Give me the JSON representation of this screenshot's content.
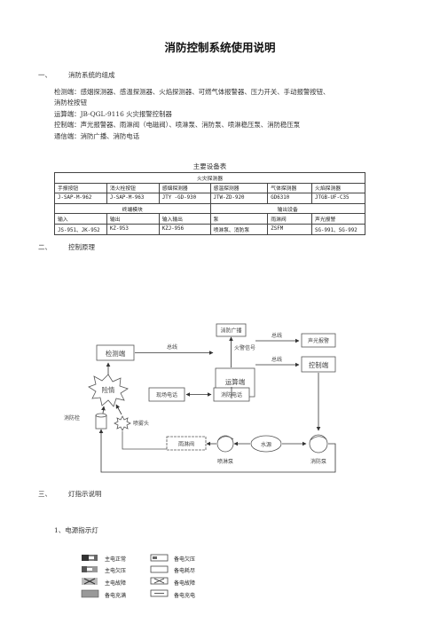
{
  "title": "消防控制系统使用说明",
  "section1": {
    "num": "一、",
    "heading": "消防系统的组成",
    "lines": [
      "检测端：感烟探测器、感温探测器、火焰探测器、可燃气体报警器、压力开关、手动报警按钮、",
      "消防栓按钮",
      "运算端：JB-QGL-9116 火灾报警控制器",
      "控制端：声光报警器、雨淋阀（电磁阀）、喷淋泵、消防泵、喷淋稳压泵、消防稳压泵",
      "通信端：消防广播、消防电话"
    ]
  },
  "table": {
    "title": "主要设备表",
    "header1": "火灾探测器",
    "row1": [
      "手报按钮",
      "消火栓按钮",
      "感烟探测器",
      "感温探测器",
      "气体探测器",
      "火焰探测器"
    ],
    "row2": [
      "J-SAP-M-962",
      "J-SAP-M-963",
      "JTY -GD-930",
      "JTW-ZD-920",
      "GD6310",
      "JTGB-UF-C35"
    ],
    "group_left": "终端模块",
    "group_right": "输出设备",
    "row3": [
      "输入",
      "输出",
      "输入输出",
      "泵",
      "雨淋阀",
      "声光报警"
    ],
    "row4": [
      "JS-951、JK-952",
      "KZ-953",
      "KZJ-956",
      "喷淋泵、消防泵",
      "ZSFM",
      "SG-991、SG-992"
    ]
  },
  "section2": {
    "num": "二、",
    "heading": "控制原理"
  },
  "diagram": {
    "broadcast": "消防广播",
    "alarm_signal": "火警信号",
    "bus1": "总线",
    "bus2": "总线",
    "bus3": "总线",
    "detect": "检测端",
    "compute": "运算端",
    "sound_alarm": "声光报警",
    "control": "控制端",
    "fire": "险情",
    "site_phone": "现场电话",
    "fire_phone": "消防电话",
    "hydrant": "消防栓",
    "sprinkler_head": "喷雾头",
    "deluge_valve": "雨淋阀",
    "water_source": "水源",
    "spray_pump": "喷淋泵",
    "fire_pump": "消防泵"
  },
  "section3": {
    "num": "三、",
    "heading": "灯指示说明"
  },
  "subsection": "1、电源指示灯",
  "legend": {
    "left": [
      "主电正常",
      "主电欠压",
      "主电故障",
      "备电充满"
    ],
    "right": [
      "备电欠压",
      "备电耗尽",
      "备电故障",
      "备电充电"
    ]
  }
}
